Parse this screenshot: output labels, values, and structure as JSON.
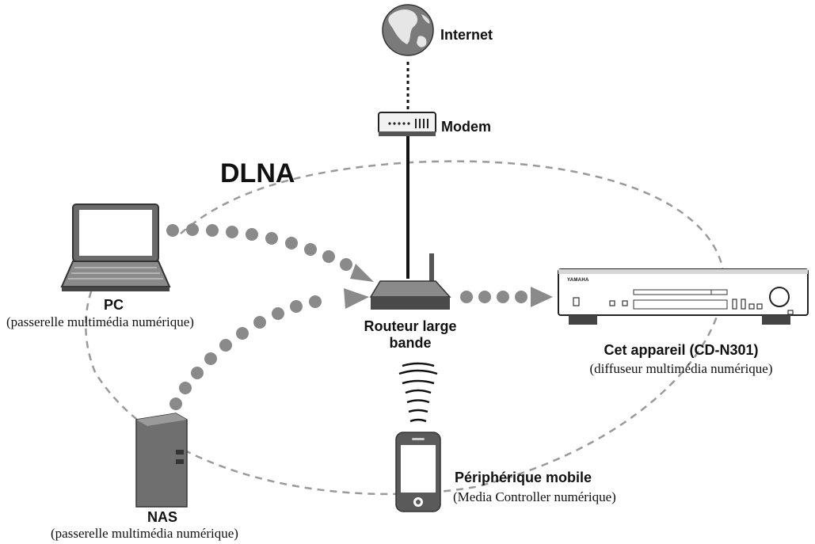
{
  "diagram": {
    "network_label": "DLNA",
    "internet": {
      "label": "Internet"
    },
    "modem": {
      "label": "Modem"
    },
    "router": {
      "label_line1": "Routeur large",
      "label_line2": "bande"
    },
    "pc": {
      "label": "PC",
      "role": "(passerelle multimédia numérique)"
    },
    "nas": {
      "label": "NAS",
      "role": "(passerelle multimédia numérique)"
    },
    "player": {
      "label": "Cet appareil (CD-N301)",
      "role": "(diffuseur multimédia numérique)",
      "brand_mark": "YAMAHA"
    },
    "mobile": {
      "label": "Périphérique mobile",
      "role": "(Media Controller numérique)"
    },
    "colors": {
      "line": "#111111",
      "dash": "#9a9a9a",
      "dots": "#8a8a8a",
      "device_fill": "#6f6f6f",
      "device_dark": "#3f3f3f"
    }
  }
}
